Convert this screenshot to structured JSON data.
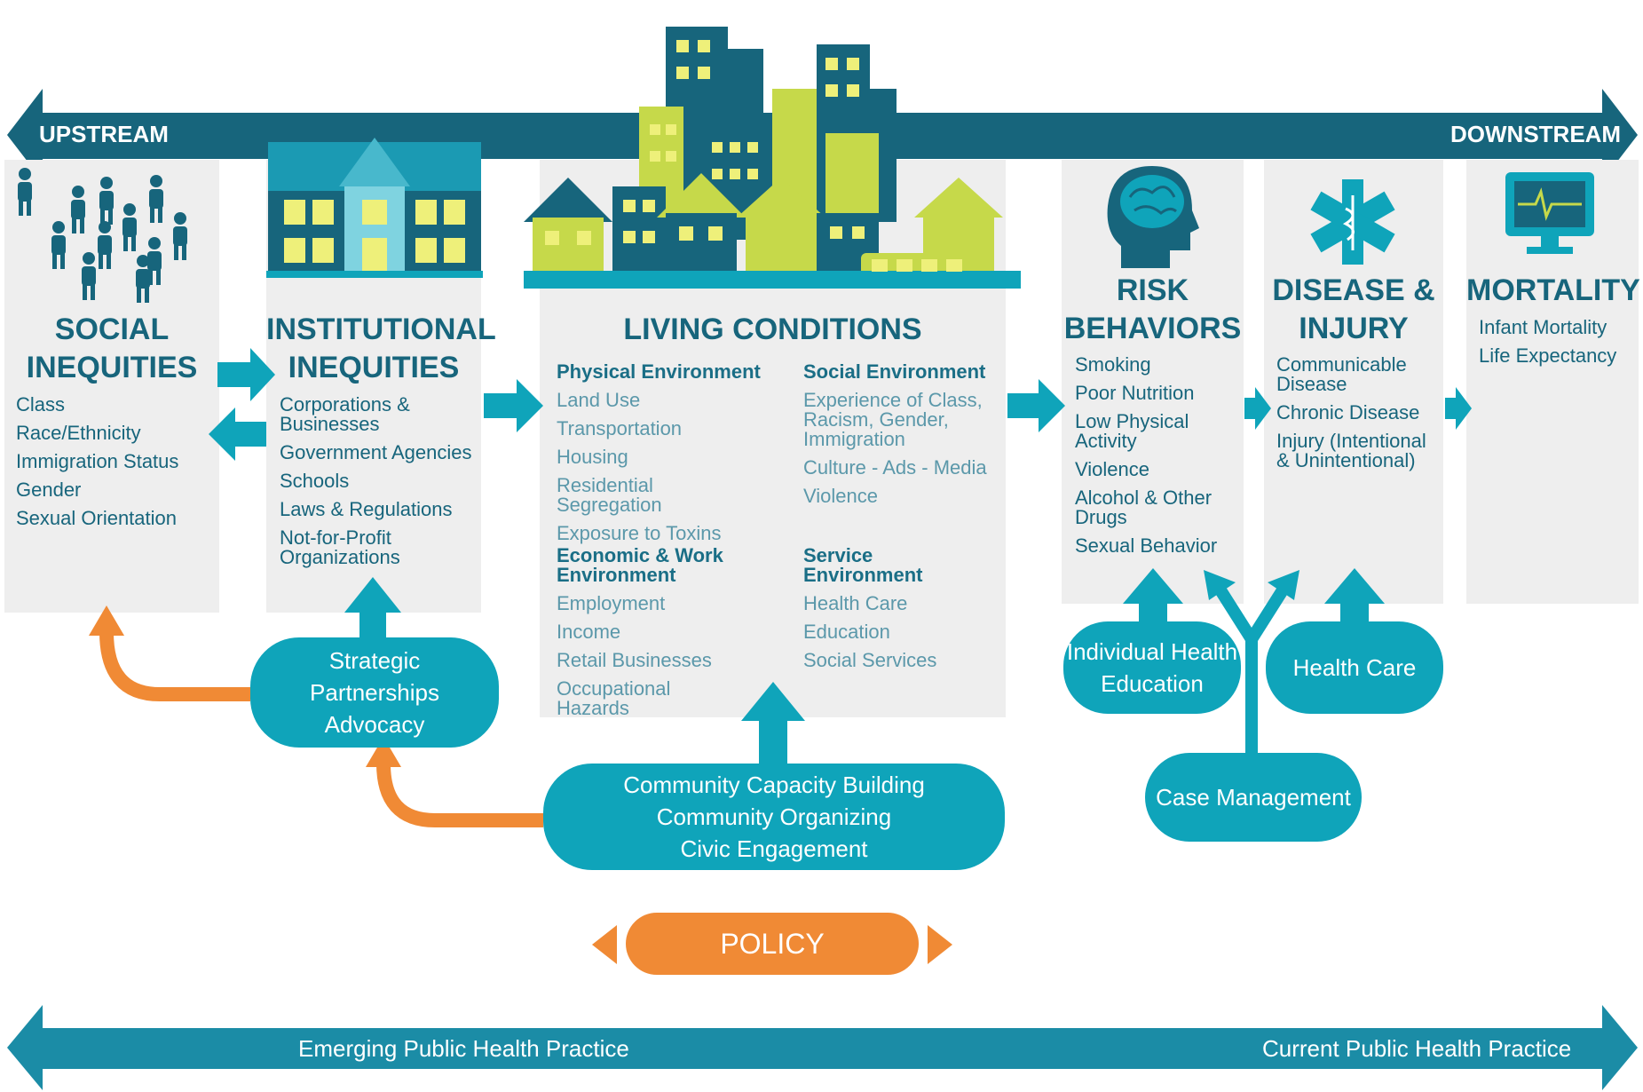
{
  "upstream_label": "UPSTREAM",
  "downstream_label": "DOWNSTREAM",
  "social": {
    "title": [
      "SOCIAL",
      "INEQUITIES"
    ],
    "items": [
      "Class",
      "Race/Ethnicity",
      "Immigration Status",
      "Gender",
      "Sexual Orientation"
    ]
  },
  "institutional": {
    "title": [
      "INSTITUTIONAL",
      "INEQUITIES"
    ],
    "items": [
      "Corporations & Businesses",
      "Government Agencies",
      "Schools",
      "Laws & Regulations",
      "Not-for-Profit Organizations"
    ]
  },
  "living": {
    "title": "LIVING CONDITIONS",
    "physical": {
      "heading": "Physical Environment",
      "items": [
        "Land Use",
        "Transportation",
        "Housing",
        "Residential Segregation",
        "Exposure to Toxins"
      ]
    },
    "economic": {
      "heading": "Economic & Work Environment",
      "items": [
        "Employment",
        "Income",
        "Retail Businesses",
        "Occupational Hazards"
      ]
    },
    "social_env": {
      "heading": "Social Environment",
      "items": [
        "Experience of Class, Racism, Gender, Immigration",
        "Culture - Ads - Media",
        "Violence"
      ]
    },
    "service": {
      "heading": "Service Environment",
      "items": [
        "Health Care",
        "Education",
        "Social Services"
      ]
    }
  },
  "risk": {
    "title": [
      "RISK",
      "BEHAVIORS"
    ],
    "items": [
      "Smoking",
      "Poor Nutrition",
      "Low Physical Activity",
      "Violence",
      "Alcohol & Other Drugs",
      "Sexual Behavior"
    ]
  },
  "disease": {
    "title": [
      "DISEASE &",
      "INJURY"
    ],
    "items": [
      "Communicable Disease",
      "Chronic Disease",
      "Injury (Intentional & Unintentional)"
    ]
  },
  "mortality": {
    "title": "MORTALITY",
    "items": [
      "Infant Mortality",
      "Life Expectancy"
    ]
  },
  "pills": {
    "strategic": [
      "Strategic",
      "Partnerships",
      "Advocacy"
    ],
    "community": [
      "Community Capacity Building",
      "Community Organizing",
      "Civic Engagement"
    ],
    "individual": [
      "Individual Health",
      "Education"
    ],
    "health_care": "Health Care",
    "case_management": "Case Management",
    "policy": "POLICY"
  },
  "bottom": {
    "left": "Emerging Public Health Practice",
    "right": "Current Public Health Practice"
  },
  "colors": {
    "dark_teal": "#17657c",
    "teal": "#0fa4ba",
    "orange": "#f08a35",
    "panel": "#eeeeee",
    "lime": "#c6d94a",
    "window": "#eef07a"
  },
  "icons": [
    "people-icon",
    "school-building-icon",
    "city-skyline-icon",
    "brain-head-icon",
    "star-of-life-icon",
    "heart-monitor-icon"
  ]
}
